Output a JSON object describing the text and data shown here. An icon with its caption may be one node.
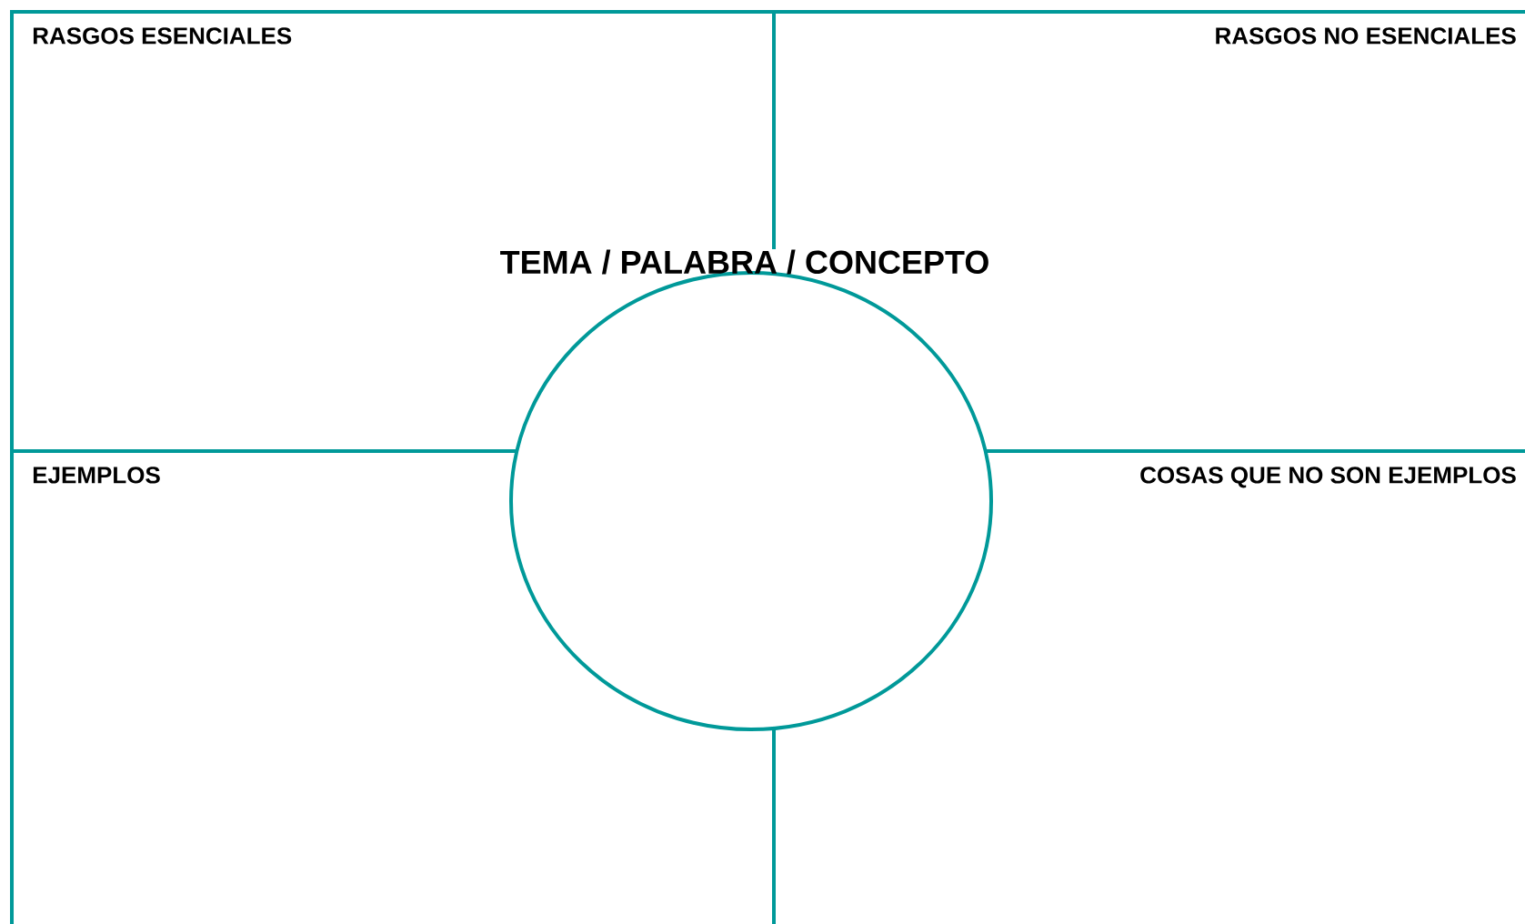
{
  "diagram": {
    "nodes": [
      {
        "text": [
          "RASGOS ESENCIALES"
        ]
      },
      {
        "text": [
          "RASGOS NO ESENCIALES"
        ]
      },
      {
        "text": [
          "TEMA / PALABRA / CONCEPTO"
        ]
      },
      {
        "text": [
          "EJEMPLOS"
        ]
      },
      {
        "text": [
          "COSAS QUE NO SON EJEMPLOS"
        ]
      }
    ]
  }
}
